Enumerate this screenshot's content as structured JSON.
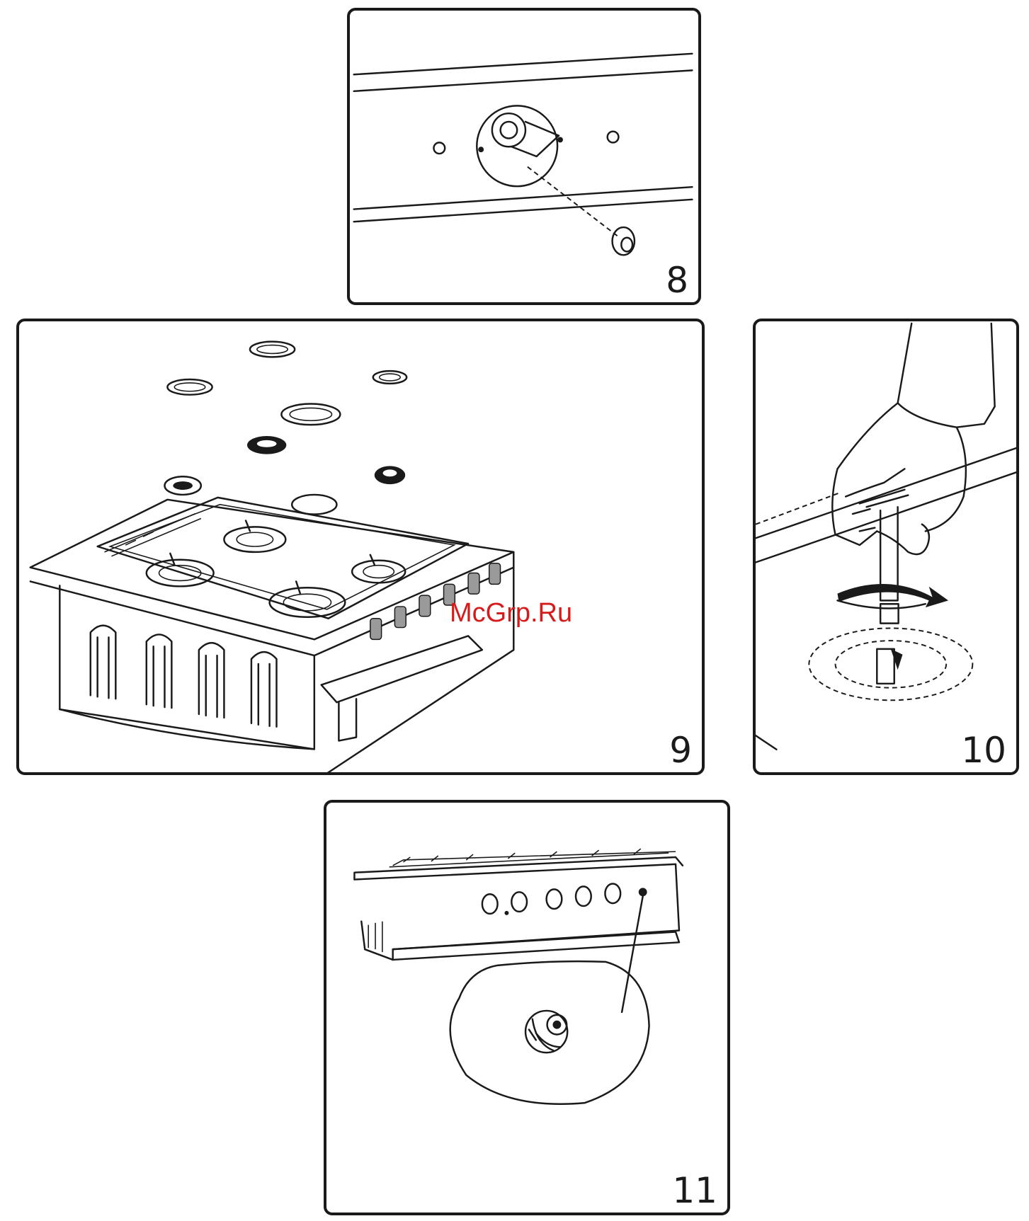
{
  "figures": [
    {
      "id": "p8",
      "number": "8"
    },
    {
      "id": "p9",
      "number": "9"
    },
    {
      "id": "p10",
      "number": "10"
    },
    {
      "id": "p11",
      "number": "11"
    }
  ],
  "watermark": "McGrp.Ru",
  "colors": {
    "line": "#1a1a1a",
    "watermark": "#d61b1b",
    "background": "#ffffff"
  }
}
